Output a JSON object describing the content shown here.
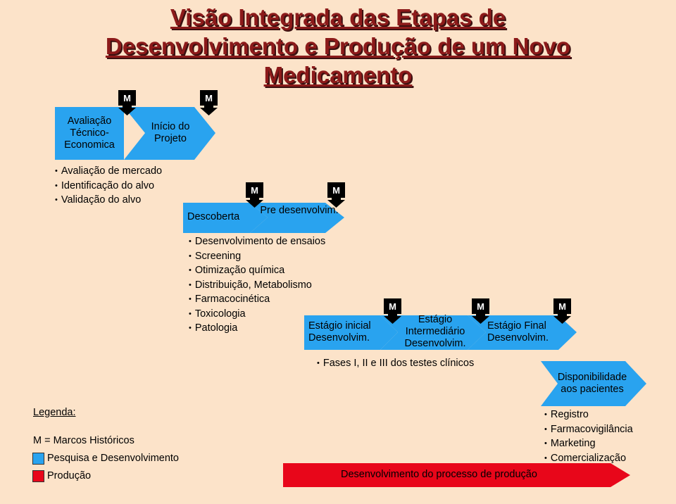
{
  "title": {
    "line1": "Visão Integrada das Etapas de",
    "line2": "Desenvolvimento e Produção de um Novo",
    "line3": "Medicamento"
  },
  "marker_label": "M",
  "stages": {
    "avaliacao": "Avaliação Técnico- Economica",
    "inicio": "Início do Projeto",
    "descoberta": "Descoberta",
    "pre": "Pre desenvolvim.",
    "inicial": "Estágio inicial Desenvolvim.",
    "intermediario": "Estágio Intermediário Desenvolvim.",
    "final": "Estágio  Final Desenvolvim.",
    "disponibilidade": "Disponibilidade aos pacientes",
    "producao": "Desenvolvimento do processo de produção"
  },
  "lists": {
    "market": [
      "Avaliação de mercado",
      "Identificação do alvo",
      "Validação do alvo"
    ],
    "preclinical": [
      "Desenvolvimento de ensaios",
      "Screening",
      "Otimização química",
      "Distribuição, Metabolismo",
      "Farmacocinética",
      "Toxicologia",
      "Patologia"
    ],
    "clinical": "Fases I, II e III dos testes clínicos",
    "post": [
      "Registro",
      "Farmacovigilância",
      "Marketing",
      "Comercialização"
    ]
  },
  "legend": {
    "title": "Legenda:",
    "marcos": "M = Marcos Históricos",
    "pd": "Pesquisa e Desenvolvimento",
    "prod": "Produção"
  },
  "colors": {
    "background": "#fce3c9",
    "pd_blue": "#29a3ef",
    "production_red": "#e8061a",
    "marker_black": "#000000",
    "title_red": "#8c1a1a"
  }
}
